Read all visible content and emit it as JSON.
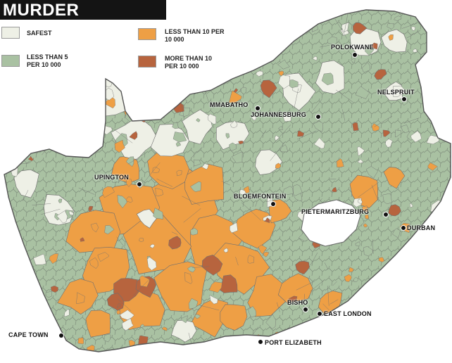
{
  "title": "MURDER",
  "legend": {
    "items": [
      {
        "label": "SAFEST",
        "color": "#eef0e6"
      },
      {
        "label": "LESS THAN 5 PER 10 000",
        "color": "#a9c1a2"
      },
      {
        "label": "LESS THAN 10 PER 10 000",
        "color": "#ee9f45"
      },
      {
        "label": "MORE THAN 10 PER 10 000",
        "color": "#b7643e"
      }
    ]
  },
  "cities": [
    {
      "name": "POLOKWANE"
    },
    {
      "name": "NELSPRUIT"
    },
    {
      "name": "MMABATHO"
    },
    {
      "name": "JOHANNESBURG"
    },
    {
      "name": "UPINGTON"
    },
    {
      "name": "BLOEMFONTEIN"
    },
    {
      "name": "PIETERMARITZBURG"
    },
    {
      "name": "DURBAN"
    },
    {
      "name": "BISHO"
    },
    {
      "name": "EAST LONDON"
    },
    {
      "name": "CAPE TOWN"
    },
    {
      "name": "PORT ELIZABETH"
    }
  ],
  "colors": {
    "border": "#6f6f6f",
    "lesotho": "#ffffff"
  }
}
